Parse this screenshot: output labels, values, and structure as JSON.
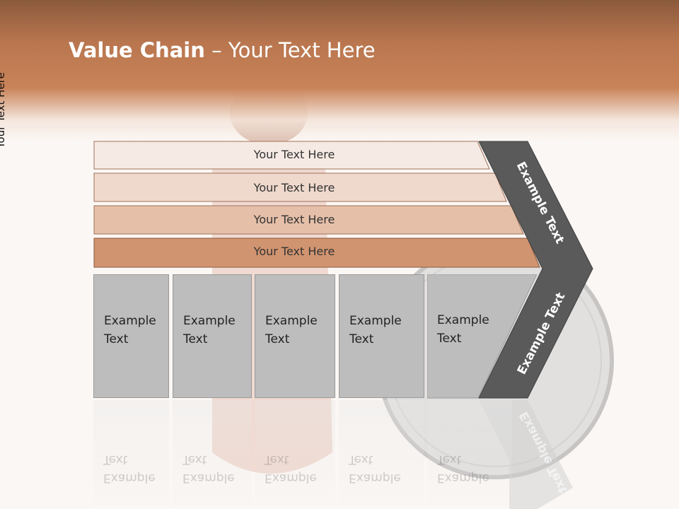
{
  "title": {
    "bold": "Value Chain",
    "rest": " – Your Text Here"
  },
  "side_label": "Your Text Here",
  "bars": [
    {
      "label": "Your Text Here",
      "fill": "#f6ebe4"
    },
    {
      "label": "Your Text Here",
      "fill": "#efd9cc"
    },
    {
      "label": "Your Text Here",
      "fill": "#e5bfa8"
    },
    {
      "label": "Your Text Here",
      "fill": "#d19470"
    }
  ],
  "columns": [
    {
      "line1": "Example",
      "line2": "Text"
    },
    {
      "line1": "Example",
      "line2": "Text"
    },
    {
      "line1": "Example",
      "line2": "Text"
    },
    {
      "line1": "Example",
      "line2": "Text"
    },
    {
      "line1": "Example",
      "line2": "Text"
    }
  ],
  "chevron": {
    "upper_label": "Example Text",
    "lower_label": "Example Text",
    "fill": "#5a5a5a"
  },
  "colors": {
    "header": "#c98358",
    "column_fill": "#bdbdbd"
  }
}
